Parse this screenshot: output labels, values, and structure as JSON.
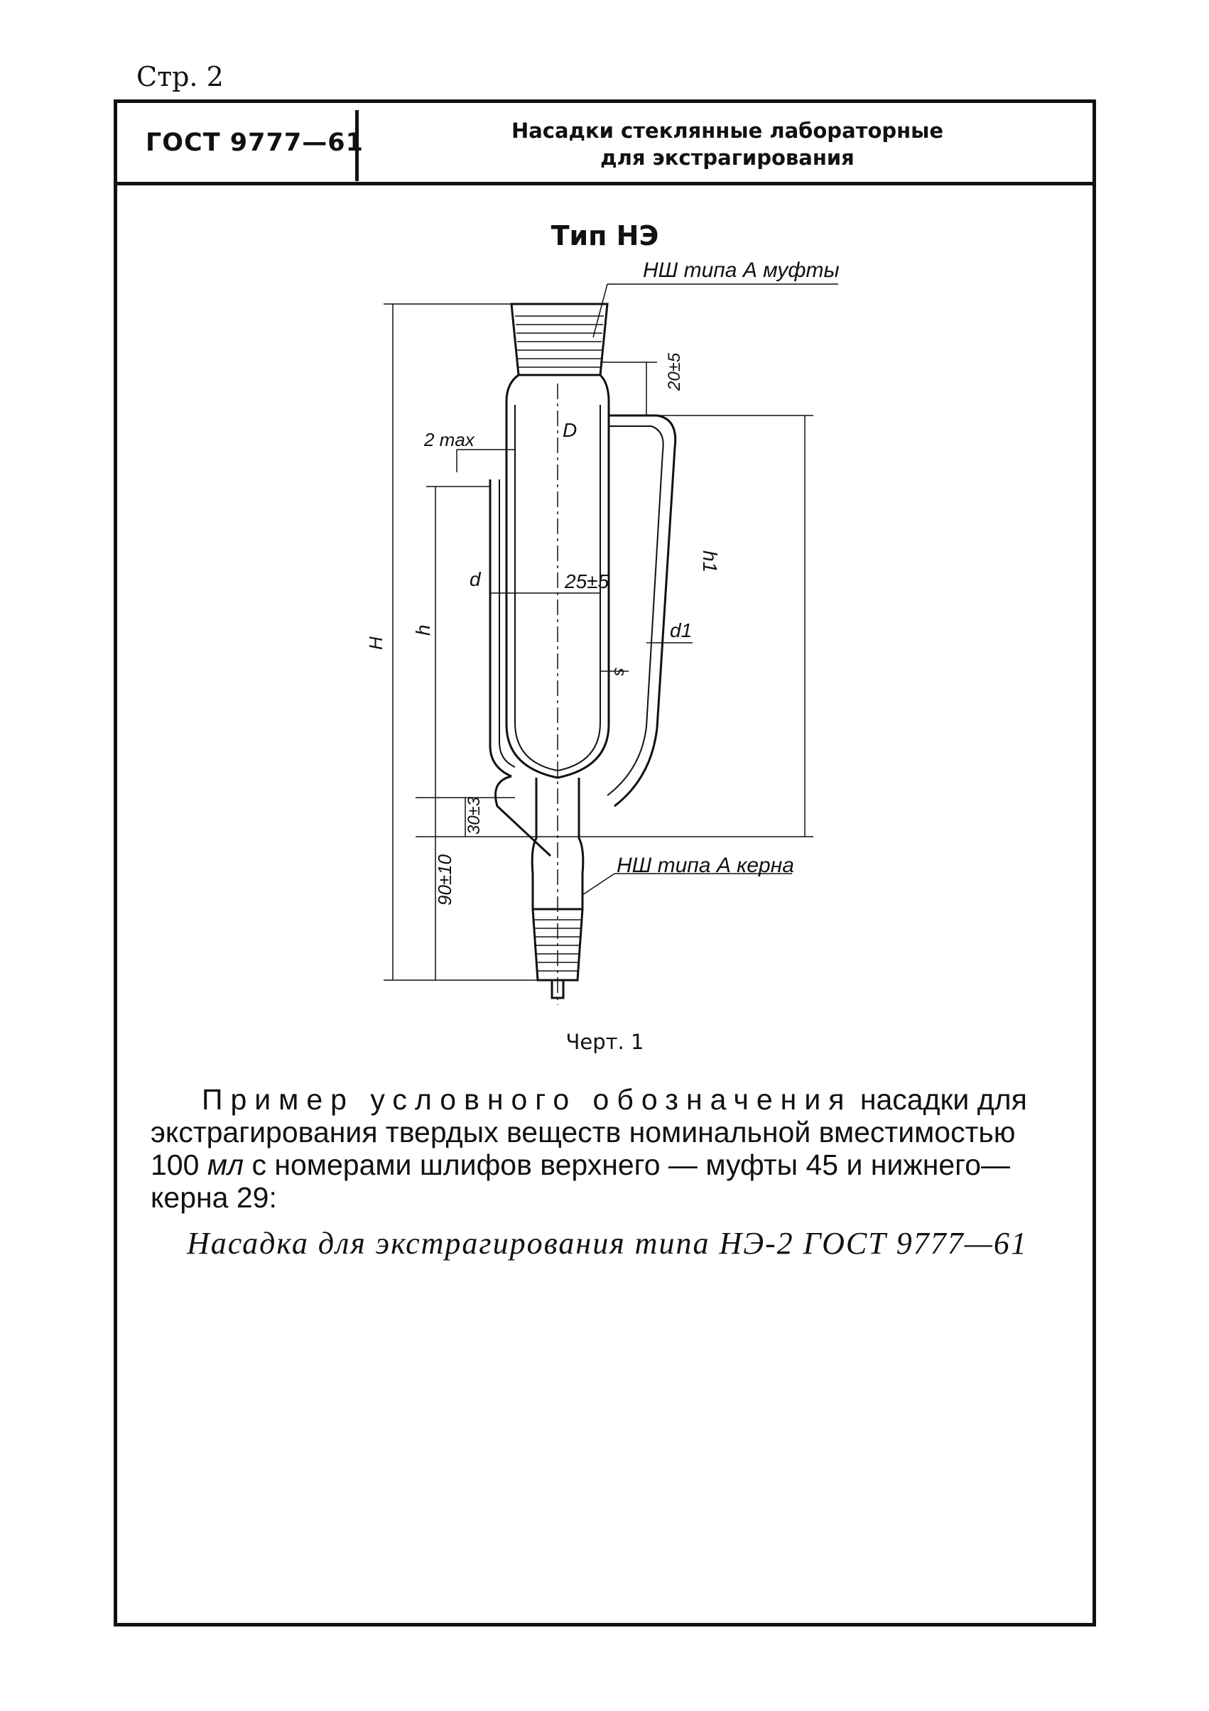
{
  "page": {
    "number_label": "Стр. 2"
  },
  "header": {
    "standard_code": "ГОСТ 9777—61",
    "title_line1": "Насадки стеклянные лабораторные",
    "title_line2": "для экстрагирования"
  },
  "figure": {
    "type_title": "Тип НЭ",
    "labels": {
      "top_joint": "НШ типа А муфты",
      "bottom_joint": "НШ типа А керна",
      "dim_2max": "2 max",
      "dim_D": "D",
      "dim_20_5": "20±5",
      "dim_d": "d",
      "dim_25_5": "25±5",
      "dim_h1": "h1",
      "dim_d1": "d1",
      "dim_s": "s",
      "dim_H": "H",
      "dim_h": "h",
      "dim_30_3": "30±3",
      "dim_90_10": "90±10"
    },
    "caption": "Черт. 1"
  },
  "text": {
    "example_spaced": "Пример условного обозначения",
    "example_rest": " насадки для",
    "line2": "экстрагирования твердых веществ номинальной вместимостью",
    "line3_a": "100 ",
    "line3_unit": "мл",
    "line3_b": " с номерами шлифов верхнего — муфты 45 и нижнего—",
    "line4": "керна 29:",
    "designation": "Насадка для экстрагирования типа НЭ-2 ГОСТ 9777—61"
  }
}
